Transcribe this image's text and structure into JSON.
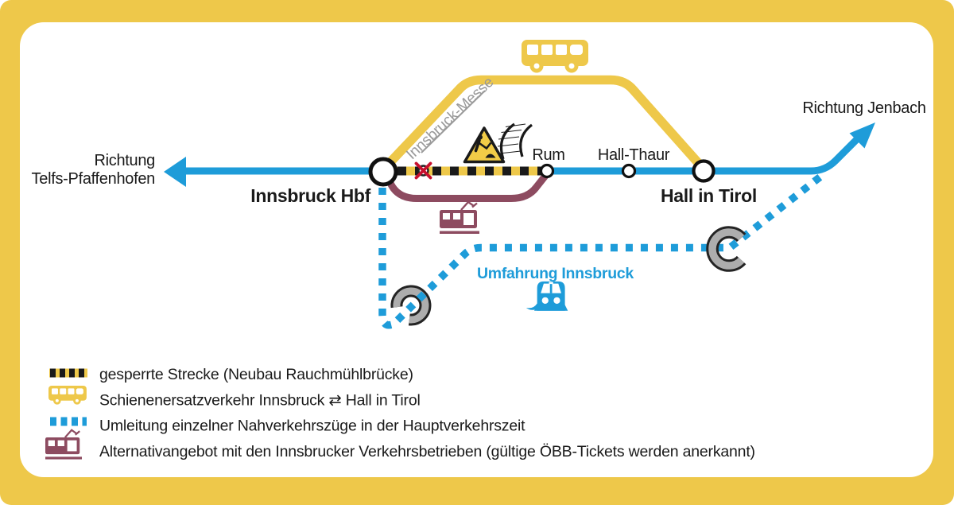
{
  "colors": {
    "frame_yellow": "#EEC84A",
    "line_blue": "#1E9CD9",
    "line_maroon": "#8D4B60",
    "closed_black": "#1A1A1A",
    "closed_red": "#C8102E",
    "loop_gray": "#ADADAD",
    "sign_yellow": "#F2CC47",
    "ink": "#1A1A1A",
    "muted_gray": "#999999"
  },
  "map": {
    "direction_left_line1": "Richtung",
    "direction_left_line2": "Telfs-Pfaffenhofen",
    "direction_right": "Richtung Jenbach",
    "stations": {
      "innsbruck_hbf": "Innsbruck Hbf",
      "innsbruck_messe": "Innsbruck-Messe",
      "rum": "Rum",
      "hall_thaur": "Hall-Thaur",
      "hall_in_tirol": "Hall in Tirol"
    },
    "bypass_label": "Umfahrung Innsbruck"
  },
  "legend": {
    "items": [
      {
        "icon": "closed-track-swatch",
        "label": "gesperrte Strecke (Neubau Rauchmühlbrücke)"
      },
      {
        "icon": "bus-icon",
        "label": "Schienenersatzverkehr Innsbruck ⇄ Hall in Tirol"
      },
      {
        "icon": "dotted-line-swatch",
        "label": "Umleitung einzelner Nahverkehrszüge in der Hauptverkehrszeit"
      },
      {
        "icon": "tram-icon",
        "label": "Alternativangebot mit den Innsbrucker Verkehrsbetrieben (gültige ÖBB-Tickets werden anerkannt)"
      }
    ]
  }
}
